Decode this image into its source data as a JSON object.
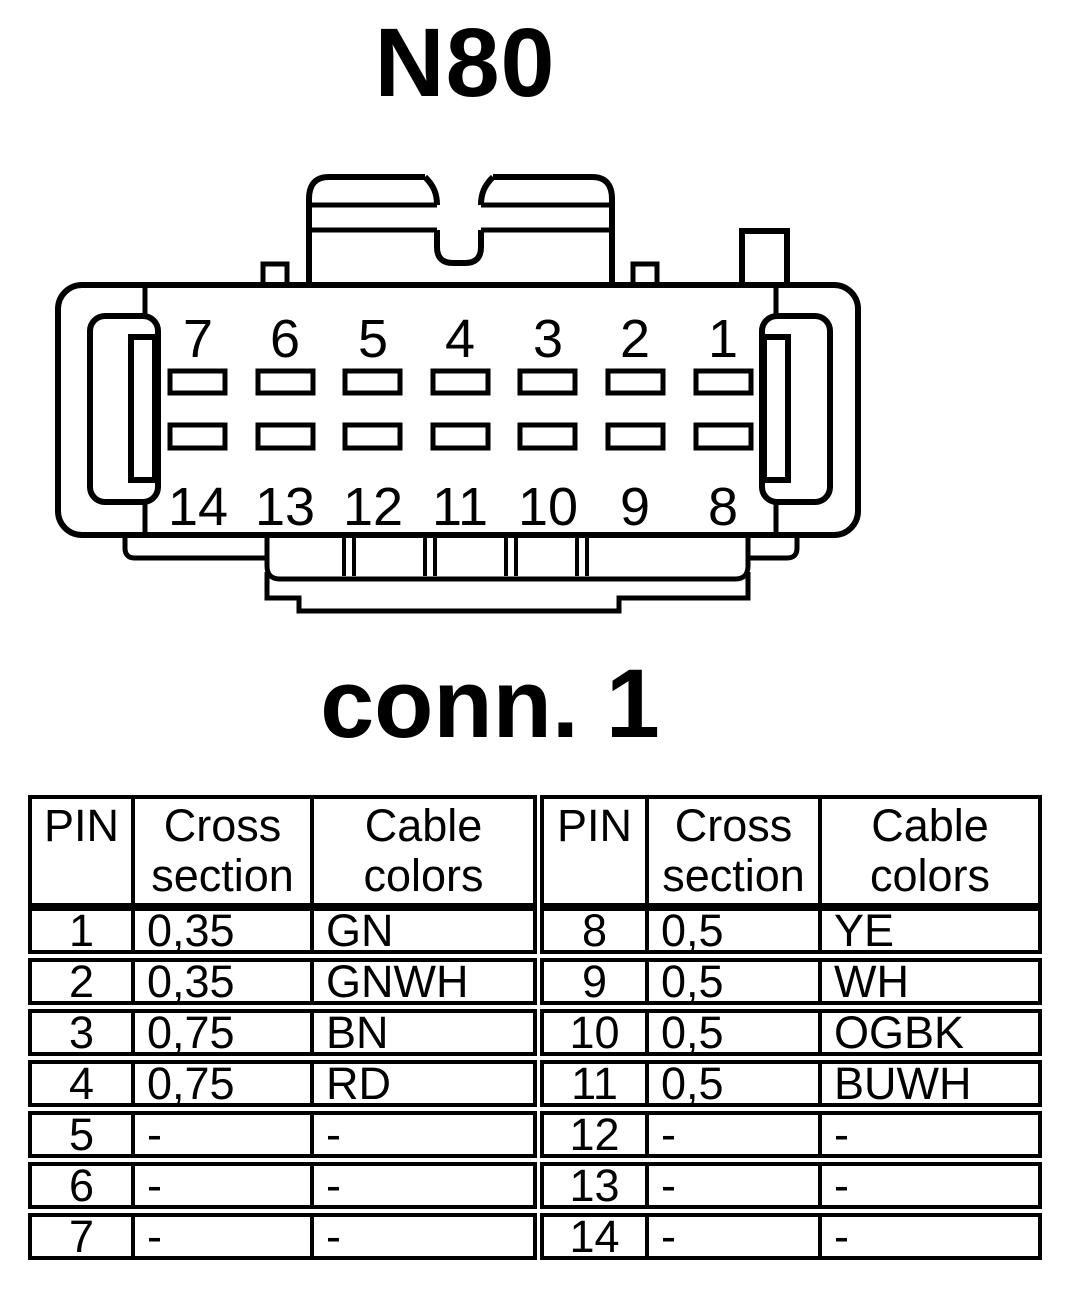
{
  "page": {
    "background": "#ffffff",
    "line_color": "#000000"
  },
  "title": "N80",
  "caption": "conn. 1",
  "connector": {
    "pin_labels_top": [
      "7",
      "6",
      "5",
      "4",
      "3",
      "2",
      "1"
    ],
    "pin_labels_bottom": [
      "14",
      "13",
      "12",
      "11",
      "10",
      "9",
      "8"
    ]
  },
  "pin_table": {
    "left": {
      "headers": [
        "PIN",
        "Cross section",
        "Cable colors"
      ],
      "rows": [
        [
          "1",
          "0,35",
          "GN"
        ],
        [
          "2",
          "0,35",
          "GNWH"
        ],
        [
          "3",
          "0,75",
          "BN"
        ],
        [
          "4",
          "0,75",
          "RD"
        ],
        [
          "5",
          "-",
          "-"
        ],
        [
          "6",
          "-",
          "-"
        ],
        [
          "7",
          "-",
          "-"
        ]
      ]
    },
    "right": {
      "headers": [
        "PIN",
        "Cross section",
        "Cable colors"
      ],
      "rows": [
        [
          "8",
          "0,5",
          "YE"
        ],
        [
          "9",
          "0,5",
          "WH"
        ],
        [
          "10",
          "0,5",
          "OGBK"
        ],
        [
          "11",
          "0,5",
          "BUWH"
        ],
        [
          "12",
          "-",
          "-"
        ],
        [
          "13",
          "-",
          "-"
        ],
        [
          "14",
          "-",
          "-"
        ]
      ]
    }
  }
}
